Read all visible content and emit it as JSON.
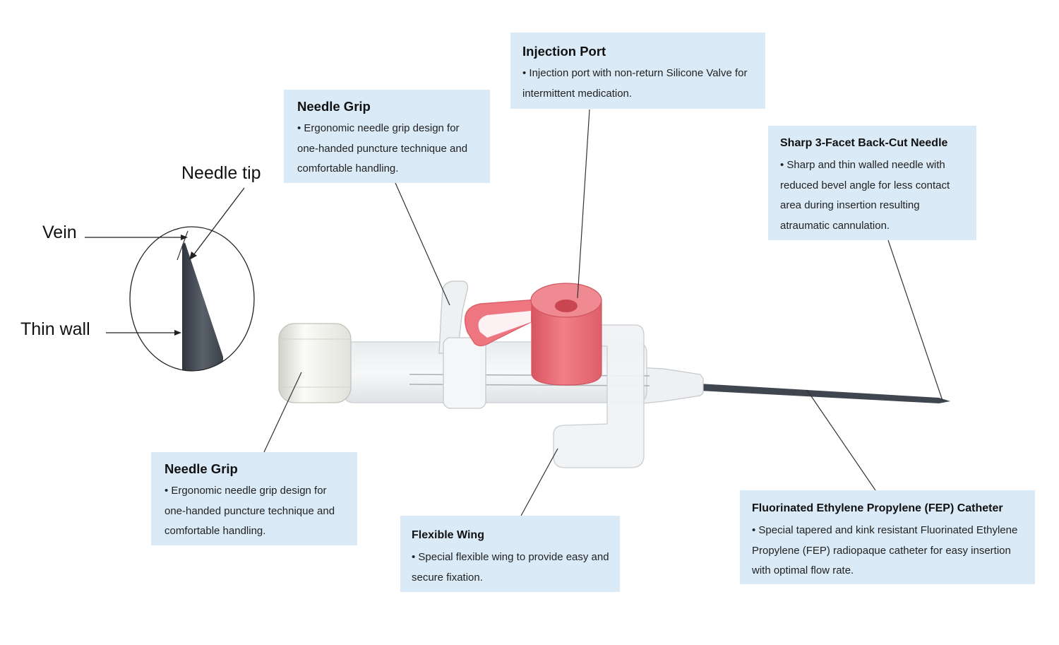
{
  "callouts": {
    "needle_grip_top": {
      "title": "Needle Grip",
      "body": "•  Ergonomic needle grip design for one-handed puncture technique and comfortable handling."
    },
    "injection_port": {
      "title": "Injection Port",
      "body": "•  Injection port with non-return Silicone Valve for intermittent medication."
    },
    "sharp_needle": {
      "title": "Sharp 3-Facet Back-Cut Needle",
      "body": "• Sharp and thin walled needle with reduced bevel angle for less contact area during insertion resulting atraumatic cannulation."
    },
    "needle_grip_bottom": {
      "title": "Needle Grip",
      "body": "•  Ergonomic needle grip design for one-handed puncture technique and comfortable handling."
    },
    "flexible_wing": {
      "title": "Flexible Wing",
      "body": "• Special flexible wing to provide easy and secure fixation."
    },
    "fep_catheter": {
      "title": "Fluorinated Ethylene Propylene (FEP) Catheter",
      "body": "• Special tapered and kink resistant Fluorinated Ethylene Propylene (FEP) radiopaque catheter for easy insertion with optimal flow rate."
    }
  },
  "inset_labels": {
    "needle_tip": "Needle tip",
    "vein": "Vein",
    "thin_wall": "Thin wall"
  },
  "colors": {
    "callout_bg": "#dbeaf7",
    "port_cap": "#ec6f78",
    "needle": "#3f4650",
    "leader_line": "#333333"
  }
}
